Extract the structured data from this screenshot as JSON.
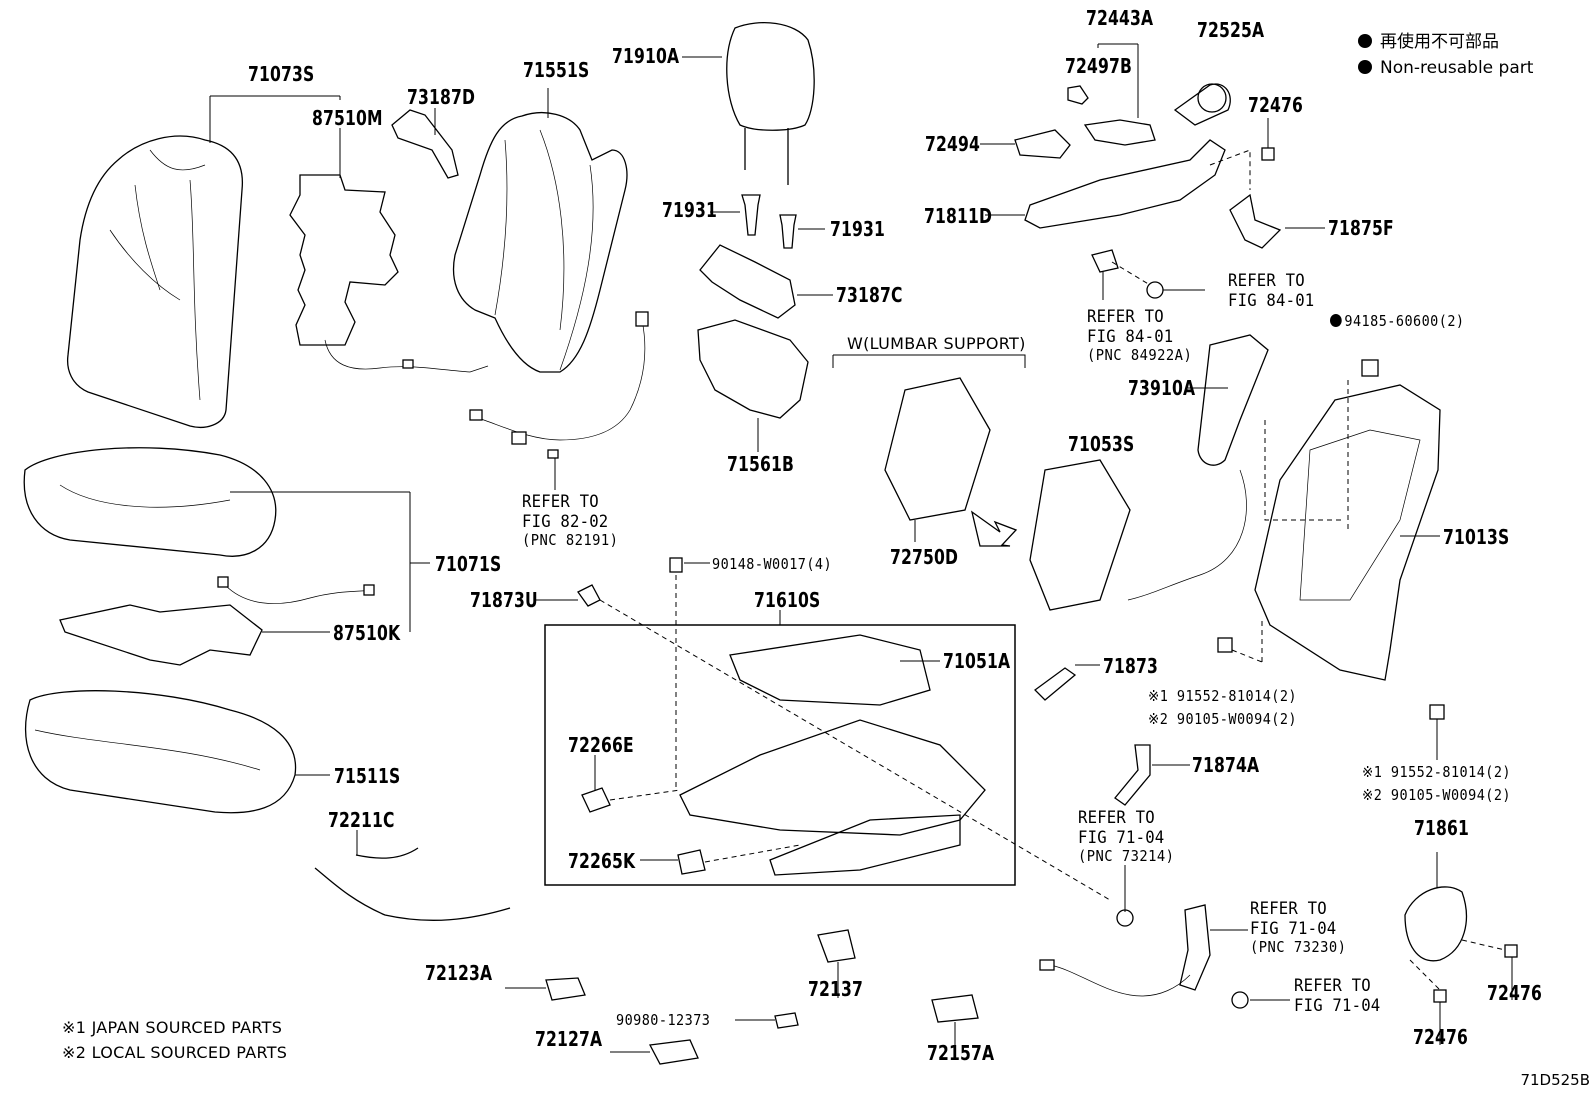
{
  "legend": {
    "line1": "再使用不可部品",
    "line2": "Non-reusable part"
  },
  "parts": {
    "p71073S": "71073S",
    "p87510M": "87510M",
    "p73187D": "73187D",
    "p71551S": "71551S",
    "p71910A": "71910A",
    "p72443A": "72443A",
    "p72525A": "72525A",
    "p72497B": "72497B",
    "p72476a": "72476",
    "p72494": "72494",
    "p71811D": "71811D",
    "p71875F": "71875F",
    "p71931a": "71931",
    "p71931b": "71931",
    "p73187C": "73187C",
    "p71561B": "71561B",
    "p94185": "94185-60600(2)",
    "p73910A": "73910A",
    "p71053S": "71053S",
    "p71013S": "71013S",
    "p72750D": "72750D",
    "p71071S": "71071S",
    "p87510K": "87510K",
    "p90148": "90148-W0017(4)",
    "p71873U": "71873U",
    "p71610S": "71610S",
    "p71051A": "71051A",
    "p71873": "71873",
    "p72266E": "72266E",
    "p72265K": "72265K",
    "p71511S": "71511S",
    "p72211C": "72211C",
    "p71874A": "71874A",
    "p71861": "71861",
    "p72123A": "72123A",
    "p72137": "72137",
    "p90980": "90980-12373",
    "p72127A": "72127A",
    "p72157A": "72157A",
    "p72476b": "72476",
    "p72476c": "72476"
  },
  "bolts": {
    "b1_l1": "※1 91552-81014(2)",
    "b1_l2": "※2 90105-W0094(2)",
    "b2_l1": "※1 91552-81014(2)",
    "b2_l2": "※2 90105-W0094(2)"
  },
  "refs": {
    "r8202": [
      "REFER TO",
      "FIG 82-02",
      "(PNC 82191)"
    ],
    "r8401a": [
      "REFER TO",
      "FIG 84-01"
    ],
    "r8401b": [
      "REFER TO",
      "FIG 84-01",
      "(PNC 84922A)"
    ],
    "r7104a": [
      "REFER TO",
      "FIG 71-04",
      "(PNC 73214)"
    ],
    "r7104b": [
      "REFER TO",
      "FIG 71-04",
      "(PNC 73230)"
    ],
    "r7104c": [
      "REFER TO",
      "FIG 71-04"
    ]
  },
  "lumbar": "W(LUMBAR SUPPORT)",
  "notes": {
    "n1": "※1 JAPAN SOURCED PARTS",
    "n2": "※2 LOCAL SOURCED PARTS"
  },
  "figure_code": "71D525B"
}
